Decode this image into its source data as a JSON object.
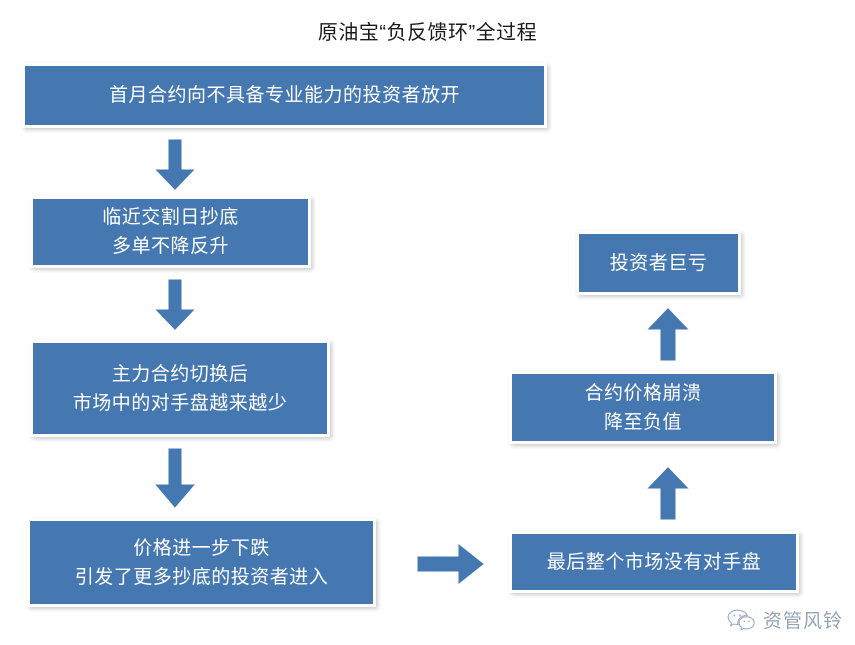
{
  "title": "原油宝“负反馈环”全过程",
  "colors": {
    "node_fill": "#4577B0",
    "node_border": "#ffffff",
    "node_text": "#ffffff",
    "arrow_fill": "#4577B0",
    "arrow_outline": "#ffffff",
    "background": "#ffffff",
    "title_text": "#1a1a1a",
    "watermark_text": "#7d8fa8"
  },
  "nodes": {
    "step1": {
      "text": "首月合约向不具备专业能力的投资者放开"
    },
    "step2": {
      "text": "临近交割日抄底\n多单不降反升"
    },
    "step3": {
      "text": "主力合约切换后\n市场中的对手盘越来越少"
    },
    "step4": {
      "text": "价格进一步下跌\n引发了更多抄底的投资者进入"
    },
    "step5": {
      "text": "最后整个市场没有对手盘"
    },
    "step6": {
      "text": "合约价格崩溃\n降至负值"
    },
    "step7": {
      "text": "投资者巨亏"
    }
  },
  "arrows": [
    {
      "name": "arrow-step1-to-step2",
      "direction": "down"
    },
    {
      "name": "arrow-step2-to-step3",
      "direction": "down"
    },
    {
      "name": "arrow-step3-to-step4",
      "direction": "down"
    },
    {
      "name": "arrow-step4-to-step5",
      "direction": "right"
    },
    {
      "name": "arrow-step5-to-step6",
      "direction": "up"
    },
    {
      "name": "arrow-step6-to-step7",
      "direction": "up"
    }
  ],
  "watermark": {
    "text": "资管风铃",
    "icon": "wechat-icon"
  }
}
